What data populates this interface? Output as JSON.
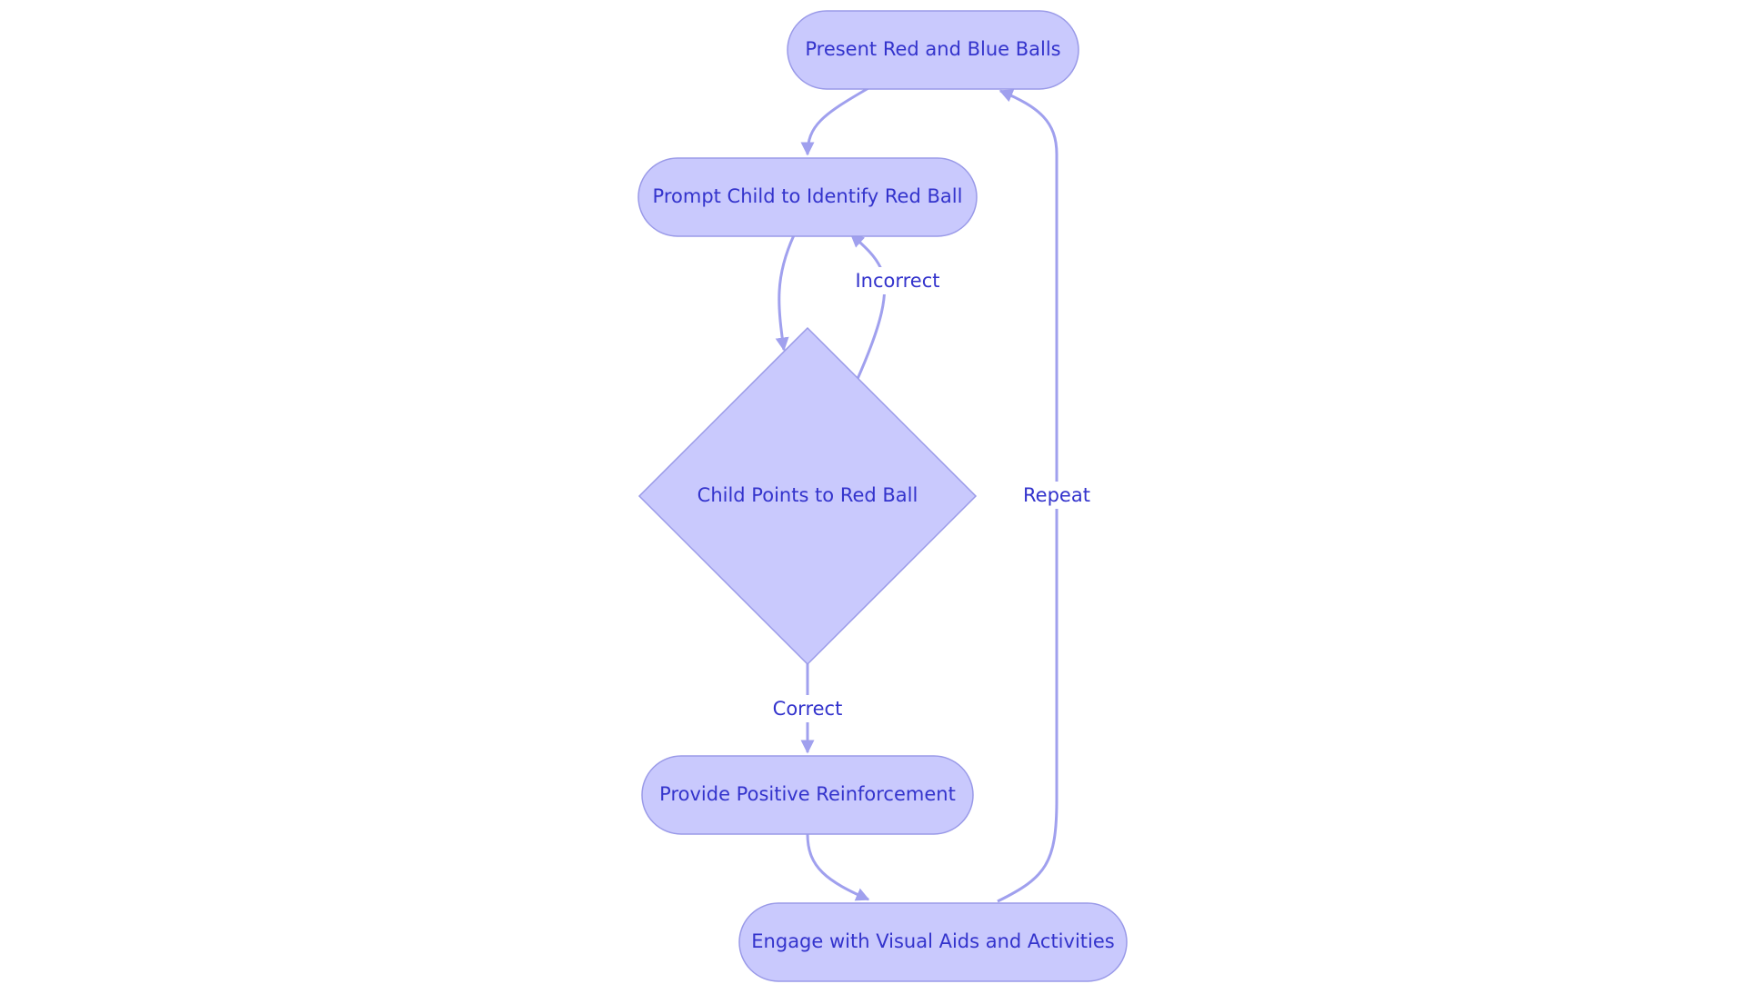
{
  "colors": {
    "node_fill": "#c9c9fd",
    "node_stroke": "#9a9ae8",
    "edge": "#a0a0ee",
    "text": "#3333cc"
  },
  "nodes": {
    "present": "Present Red and Blue Balls",
    "prompt": "Prompt Child to Identify Red Ball",
    "decision": "Child Points to Red Ball",
    "reinforce": "Provide Positive Reinforcement",
    "engage": "Engage with Visual Aids and Activities"
  },
  "edges": {
    "incorrect": "Incorrect",
    "correct": "Correct",
    "repeat": "Repeat"
  }
}
